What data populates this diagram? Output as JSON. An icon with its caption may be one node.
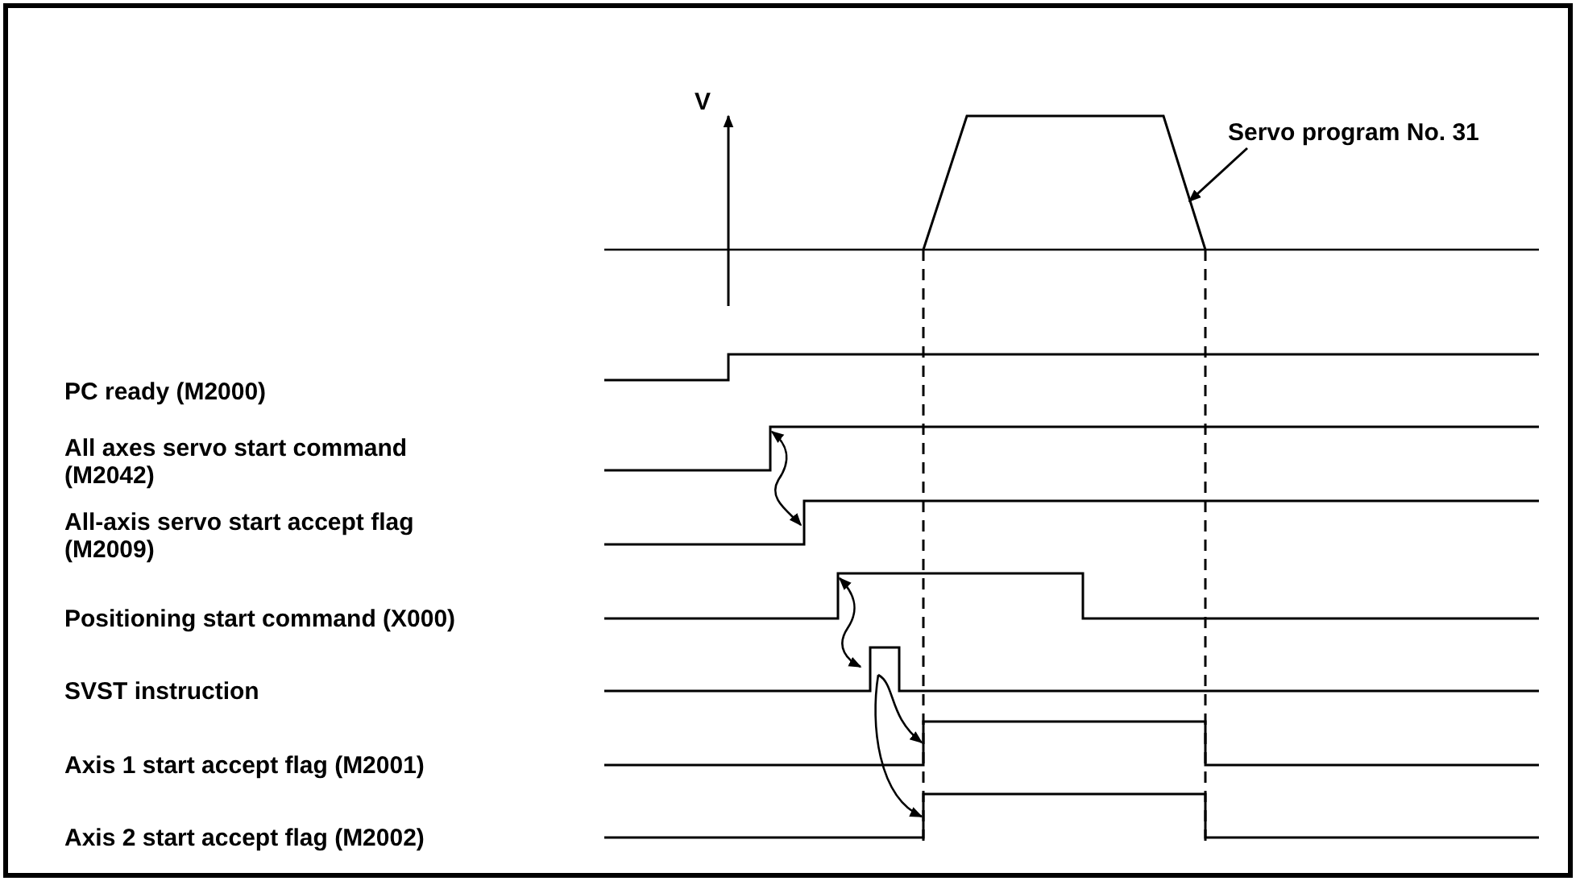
{
  "diagram": {
    "nodes": [
      {
        "text": [
          "Servo program No. 31"
        ]
      },
      {
        "text": [],
        "shape": "picture"
      }
    ],
    "edges": [
      {
        "from": 0,
        "to": 1,
        "arrow": "to"
      }
    ],
    "labels": [
      "V",
      "PC ready (M2000)",
      "All axes servo start command (M2042)",
      "All-axis servo start accept flag (M2009)",
      "Positioning start command (X000)",
      "SVST instruction",
      "Axis 1 start accept flag (M2001)",
      "Axis 2 start accept flag (M2002)"
    ]
  }
}
